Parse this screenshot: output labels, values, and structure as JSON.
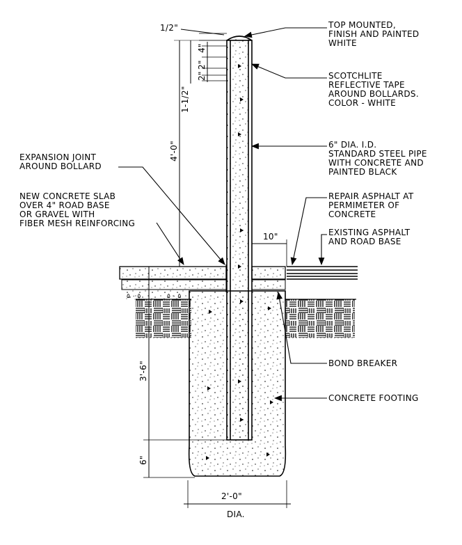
{
  "callouts": {
    "top_mounted": [
      "TOP MOUNTED,",
      "FINISH AND PAINTED",
      "WHITE"
    ],
    "scotchlite": [
      "SCOTCHLITE",
      "REFLECTIVE TAPE",
      "AROUND BOLLARDS.",
      "COLOR - WHITE"
    ],
    "steel_pipe": [
      "6\" DIA. I.D.",
      "STANDARD STEEL PIPE",
      "WITH CONCRETE AND",
      "PAINTED BLACK"
    ],
    "expansion_joint": [
      "EXPANSION JOINT",
      "AROUND BOLLARD"
    ],
    "new_slab": [
      "NEW CONCRETE SLAB",
      "OVER 4\" ROAD BASE",
      "OR GRAVEL WITH",
      "FIBER MESH REINFORCING"
    ],
    "repair_asphalt": [
      "REPAIR ASPHALT AT",
      "PERMIMETER OF",
      "CONCRETE"
    ],
    "existing_asphalt": [
      "EXISTING ASPHALT",
      "AND ROAD BASE"
    ],
    "bond_breaker": [
      "BOND BREAKER"
    ],
    "concrete_footing": [
      "CONCRETE FOOTING"
    ]
  },
  "dimensions": {
    "cap": "1/2\"",
    "tape_4": "4\"",
    "tape_2a": "2\"",
    "tape_2b": "2\"",
    "tape_offset": "1-1/2\"",
    "bollard_height": "4'-0\"",
    "slab_extension": "10\"",
    "footing_depth": "3'-6\"",
    "footing_bottom": "6\"",
    "footing_width": "2'-0\"",
    "footing_width_note": "DIA."
  }
}
